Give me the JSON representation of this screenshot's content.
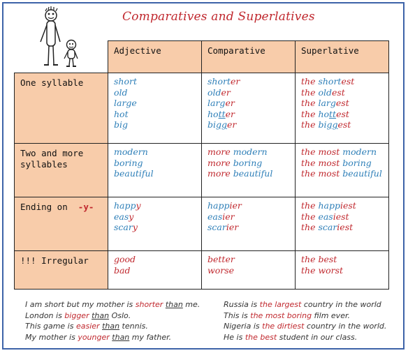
{
  "title": "Comparatives and Superlatives",
  "headers": [
    "Adjective",
    "Comparative",
    "Superlative"
  ],
  "rows": [
    {
      "label": "One syllable",
      "adjective": [
        "short",
        "old",
        "large",
        "hot",
        "big"
      ],
      "comparative": [
        [
          {
            "t": "short",
            "c": "blue"
          },
          {
            "t": "er",
            "c": "red"
          }
        ],
        [
          {
            "t": "old",
            "c": "blue"
          },
          {
            "t": "er",
            "c": "red"
          }
        ],
        [
          {
            "t": "larg",
            "c": "blue"
          },
          {
            "t": "er",
            "c": "red"
          }
        ],
        [
          {
            "t": "ho",
            "c": "blue"
          },
          {
            "t": "tt",
            "c": "blue",
            "u": true
          },
          {
            "t": "er",
            "c": "red"
          }
        ],
        [
          {
            "t": "bi",
            "c": "blue"
          },
          {
            "t": "gg",
            "c": "blue",
            "u": true
          },
          {
            "t": "er",
            "c": "red"
          }
        ]
      ],
      "superlative": [
        [
          {
            "t": "the ",
            "c": "red"
          },
          {
            "t": "short",
            "c": "blue"
          },
          {
            "t": "est",
            "c": "red"
          }
        ],
        [
          {
            "t": "the ",
            "c": "red"
          },
          {
            "t": "old",
            "c": "blue"
          },
          {
            "t": "est",
            "c": "red"
          }
        ],
        [
          {
            "t": "the ",
            "c": "red"
          },
          {
            "t": "larg",
            "c": "blue"
          },
          {
            "t": "est",
            "c": "red"
          }
        ],
        [
          {
            "t": "the ",
            "c": "red"
          },
          {
            "t": "ho",
            "c": "blue"
          },
          {
            "t": "tt",
            "c": "blue",
            "u": true
          },
          {
            "t": "est",
            "c": "red"
          }
        ],
        [
          {
            "t": "the ",
            "c": "red"
          },
          {
            "t": "bi",
            "c": "blue"
          },
          {
            "t": "gg",
            "c": "blue",
            "u": true
          },
          {
            "t": "est",
            "c": "red"
          }
        ]
      ]
    },
    {
      "label": "Two and more syllables",
      "adjective": [
        "modern",
        "boring",
        "beautiful"
      ],
      "comparative": [
        [
          {
            "t": "more ",
            "c": "red"
          },
          {
            "t": "modern",
            "c": "blue"
          }
        ],
        [
          {
            "t": "more ",
            "c": "red"
          },
          {
            "t": "boring",
            "c": "blue"
          }
        ],
        [
          {
            "t": "more ",
            "c": "red"
          },
          {
            "t": "beautiful",
            "c": "blue"
          }
        ]
      ],
      "superlative": [
        [
          {
            "t": "the most ",
            "c": "red"
          },
          {
            "t": "modern",
            "c": "blue"
          }
        ],
        [
          {
            "t": "the most ",
            "c": "red"
          },
          {
            "t": "boring",
            "c": "blue"
          }
        ],
        [
          {
            "t": "the most ",
            "c": "red"
          },
          {
            "t": "beautiful",
            "c": "blue"
          }
        ]
      ]
    },
    {
      "label": "Ending on",
      "label_tag": "-y-",
      "adjective": [
        [
          {
            "t": "happ",
            "c": "blue"
          },
          {
            "t": "y",
            "c": "red"
          }
        ],
        [
          {
            "t": "eas",
            "c": "blue"
          },
          {
            "t": "y",
            "c": "red"
          }
        ],
        [
          {
            "t": "scar",
            "c": "blue"
          },
          {
            "t": "y",
            "c": "red"
          }
        ]
      ],
      "comparative": [
        [
          {
            "t": "happ",
            "c": "blue"
          },
          {
            "t": "ier",
            "c": "red"
          }
        ],
        [
          {
            "t": "eas",
            "c": "blue"
          },
          {
            "t": "ier",
            "c": "red"
          }
        ],
        [
          {
            "t": "scar",
            "c": "blue"
          },
          {
            "t": "ier",
            "c": "red"
          }
        ]
      ],
      "superlative": [
        [
          {
            "t": "the ",
            "c": "red"
          },
          {
            "t": "happ",
            "c": "blue"
          },
          {
            "t": "iest",
            "c": "red"
          }
        ],
        [
          {
            "t": "the ",
            "c": "red"
          },
          {
            "t": "eas",
            "c": "blue"
          },
          {
            "t": "iest",
            "c": "red"
          }
        ],
        [
          {
            "t": "the ",
            "c": "red"
          },
          {
            "t": "scar",
            "c": "blue"
          },
          {
            "t": "iest",
            "c": "red"
          }
        ]
      ]
    },
    {
      "label": "!!! Irregular",
      "adjective": [
        [
          {
            "t": "good",
            "c": "red"
          }
        ],
        [
          {
            "t": "bad",
            "c": "red"
          }
        ]
      ],
      "comparative": [
        [
          {
            "t": "better",
            "c": "red"
          }
        ],
        [
          {
            "t": "worse",
            "c": "red"
          }
        ]
      ],
      "superlative": [
        [
          {
            "t": "the best",
            "c": "red"
          }
        ],
        [
          {
            "t": "the worst",
            "c": "red"
          }
        ]
      ]
    }
  ],
  "examples_left": [
    [
      {
        "t": "I am short but my mother is "
      },
      {
        "t": "shorter",
        "c": "red"
      },
      {
        "t": " "
      },
      {
        "t": "than",
        "u": true
      },
      {
        "t": " me."
      }
    ],
    [
      {
        "t": "London is "
      },
      {
        "t": "bigger",
        "c": "red"
      },
      {
        "t": " "
      },
      {
        "t": "than",
        "u": true
      },
      {
        "t": " Oslo."
      }
    ],
    [
      {
        "t": "This game is "
      },
      {
        "t": "easier",
        "c": "red"
      },
      {
        "t": " "
      },
      {
        "t": "than",
        "u": true
      },
      {
        "t": " tennis."
      }
    ],
    [
      {
        "t": "My mother is "
      },
      {
        "t": "younger",
        "c": "red"
      },
      {
        "t": " "
      },
      {
        "t": "than",
        "u": true
      },
      {
        "t": " my father."
      }
    ]
  ],
  "examples_right": [
    [
      {
        "t": "Russia is "
      },
      {
        "t": "the largest",
        "c": "red"
      },
      {
        "t": " country in the world"
      }
    ],
    [
      {
        "t": "This is "
      },
      {
        "t": "the most boring",
        "c": "red"
      },
      {
        "t": " film ever."
      }
    ],
    [
      {
        "t": "Nigeria is "
      },
      {
        "t": "the dirtiest",
        "c": "red"
      },
      {
        "t": " country in the world."
      }
    ],
    [
      {
        "t": "He is "
      },
      {
        "t": "the best",
        "c": "red"
      },
      {
        "t": " student in our class."
      }
    ]
  ],
  "colors": {
    "header_bg": "#f8ccaa",
    "blue": "#2e7fb8",
    "red": "#c0282e",
    "frame": "#3d63a8"
  }
}
